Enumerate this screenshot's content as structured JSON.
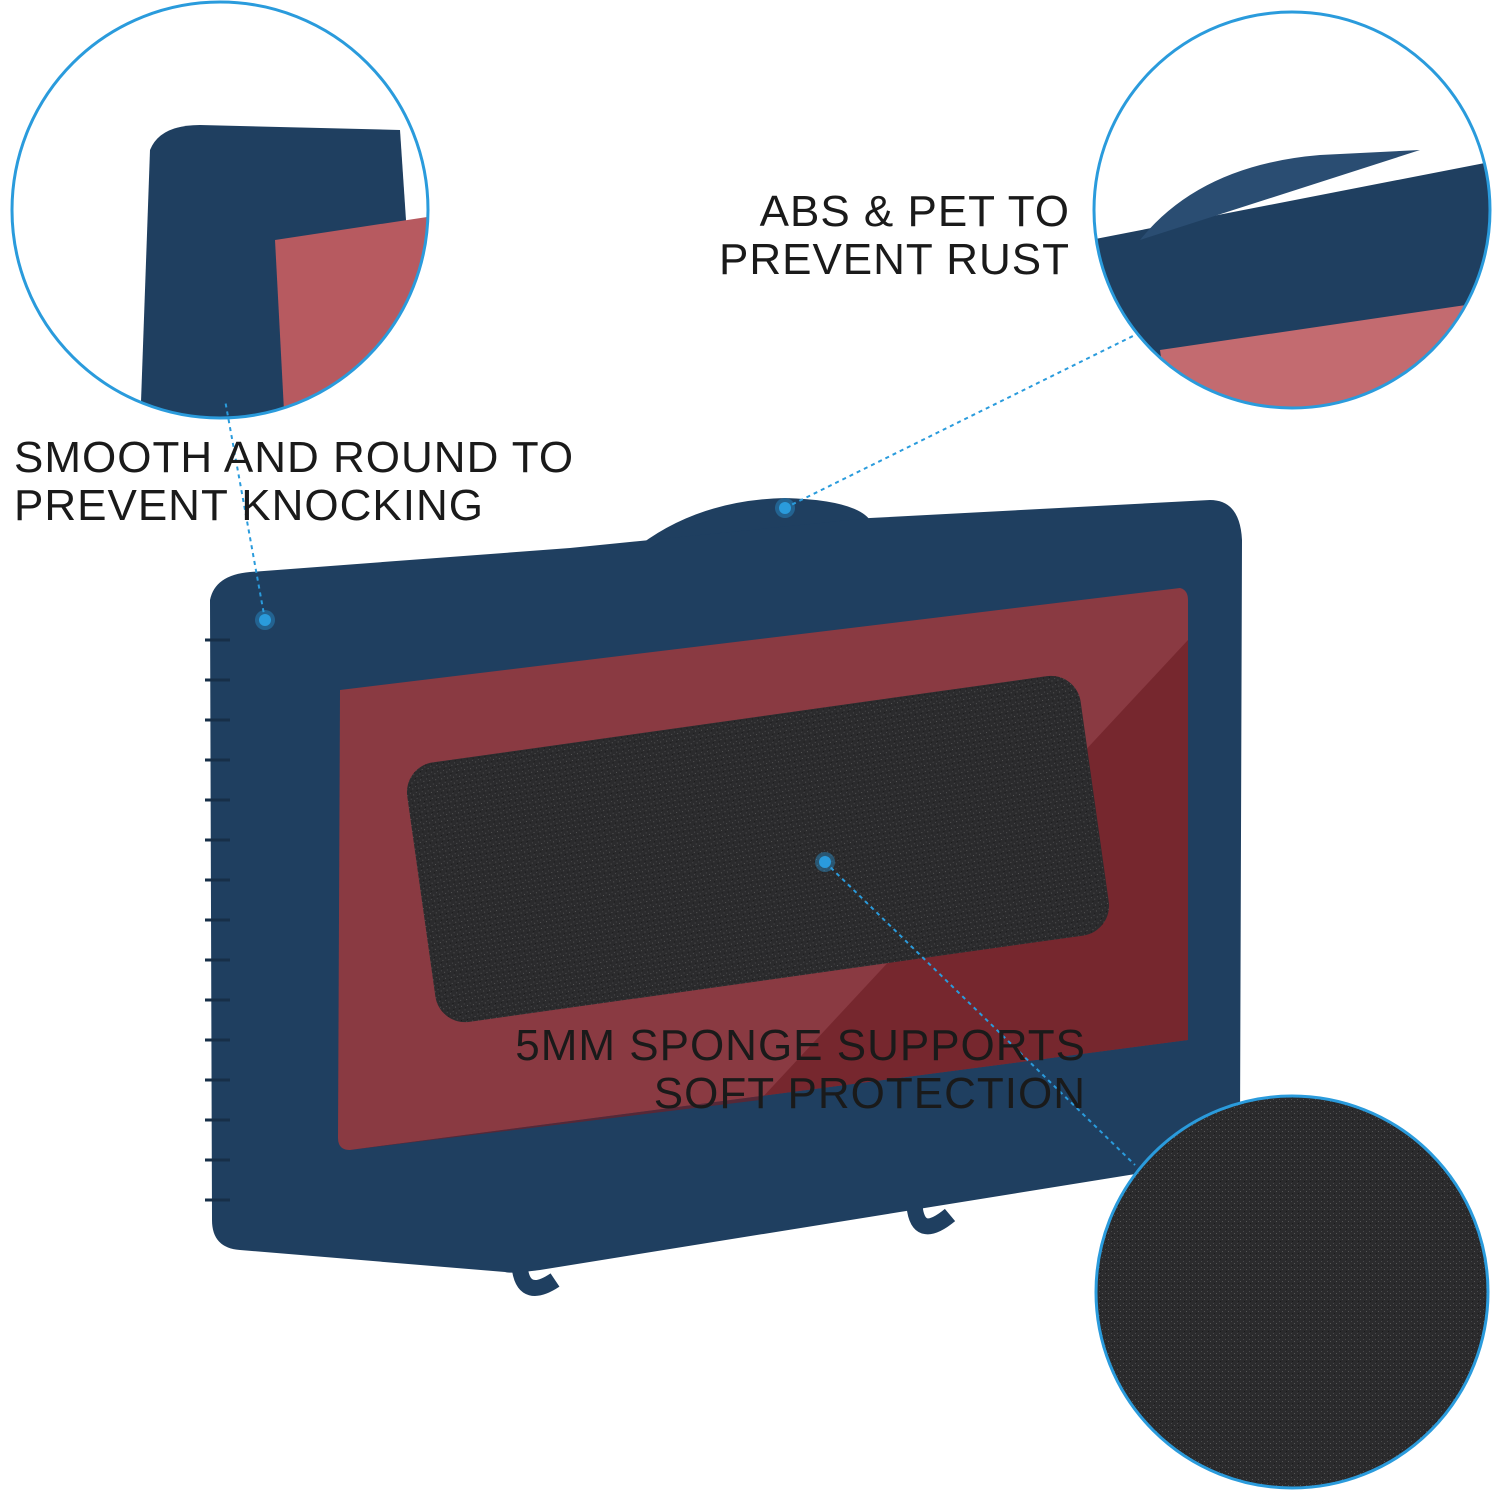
{
  "callouts": {
    "corner": {
      "line1": "SMOOTH AND ROUND TO",
      "line2": "PREVENT KNOCKING"
    },
    "material": {
      "line1": "ABS & PET TO",
      "line2": "PREVENT RUST"
    },
    "sponge": {
      "line1": "5MM SPONGE SUPPORTS",
      "line2": "SOFT PROTECTION"
    }
  },
  "colors": {
    "frame": "#1f3f60",
    "window": "#8a3a42",
    "sponge": "#2a2a2c",
    "accent": "#2a9bdc"
  }
}
